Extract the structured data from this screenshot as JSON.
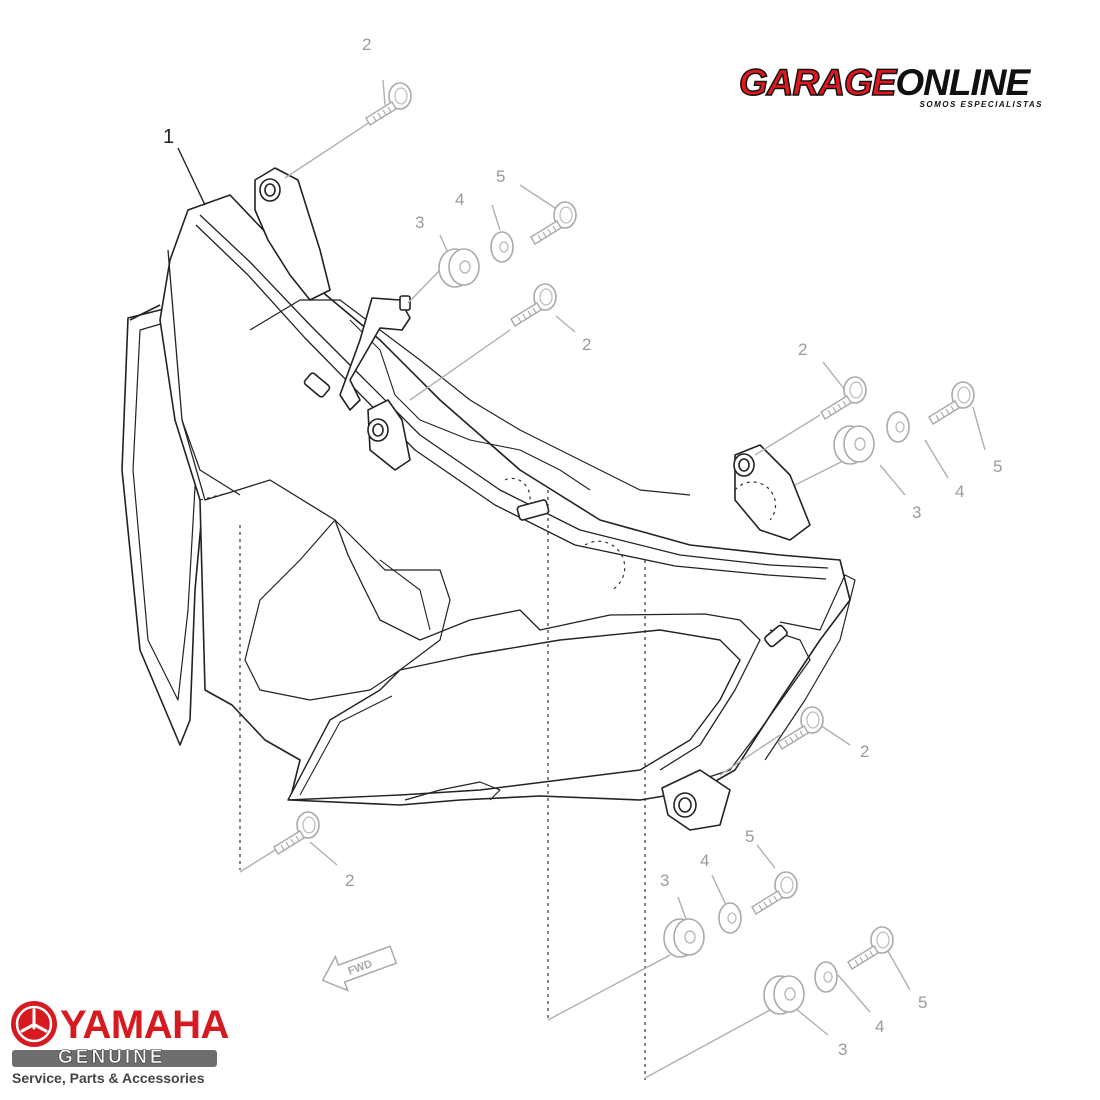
{
  "diagram": {
    "part_labels": [
      {
        "id": "label-1",
        "text": "1"
      },
      {
        "id": "label-2-a",
        "text": "2"
      },
      {
        "id": "label-2-b",
        "text": "2"
      },
      {
        "id": "label-2-c",
        "text": "2"
      },
      {
        "id": "label-2-d",
        "text": "2"
      },
      {
        "id": "label-2-e",
        "text": "2"
      },
      {
        "id": "label-3-a",
        "text": "3"
      },
      {
        "id": "label-3-b",
        "text": "3"
      },
      {
        "id": "label-3-c",
        "text": "3"
      },
      {
        "id": "label-3-d",
        "text": "3"
      },
      {
        "id": "label-4-a",
        "text": "4"
      },
      {
        "id": "label-4-b",
        "text": "4"
      },
      {
        "id": "label-4-c",
        "text": "4"
      },
      {
        "id": "label-4-d",
        "text": "4"
      },
      {
        "id": "label-5-a",
        "text": "5"
      },
      {
        "id": "label-5-b",
        "text": "5"
      },
      {
        "id": "label-5-c",
        "text": "5"
      },
      {
        "id": "label-5-d",
        "text": "5"
      }
    ],
    "fwd_mark": "FWD"
  },
  "branding": {
    "garage_word1": "GARAGE",
    "garage_word2": "ONLINE",
    "garage_tagline": "SOMOS ESPECIALISTAS",
    "yamaha_name": "YAMAHA",
    "yamaha_genuine": "GENUINE",
    "yamaha_service": "Service, Parts & Accessories",
    "colors": {
      "red": "#e3161e",
      "black": "#111111",
      "yamaha_red": "#d71920",
      "yamaha_gray": "#6e6e6e",
      "line_dark": "#222222",
      "line_light": "#b0b0b0"
    }
  }
}
